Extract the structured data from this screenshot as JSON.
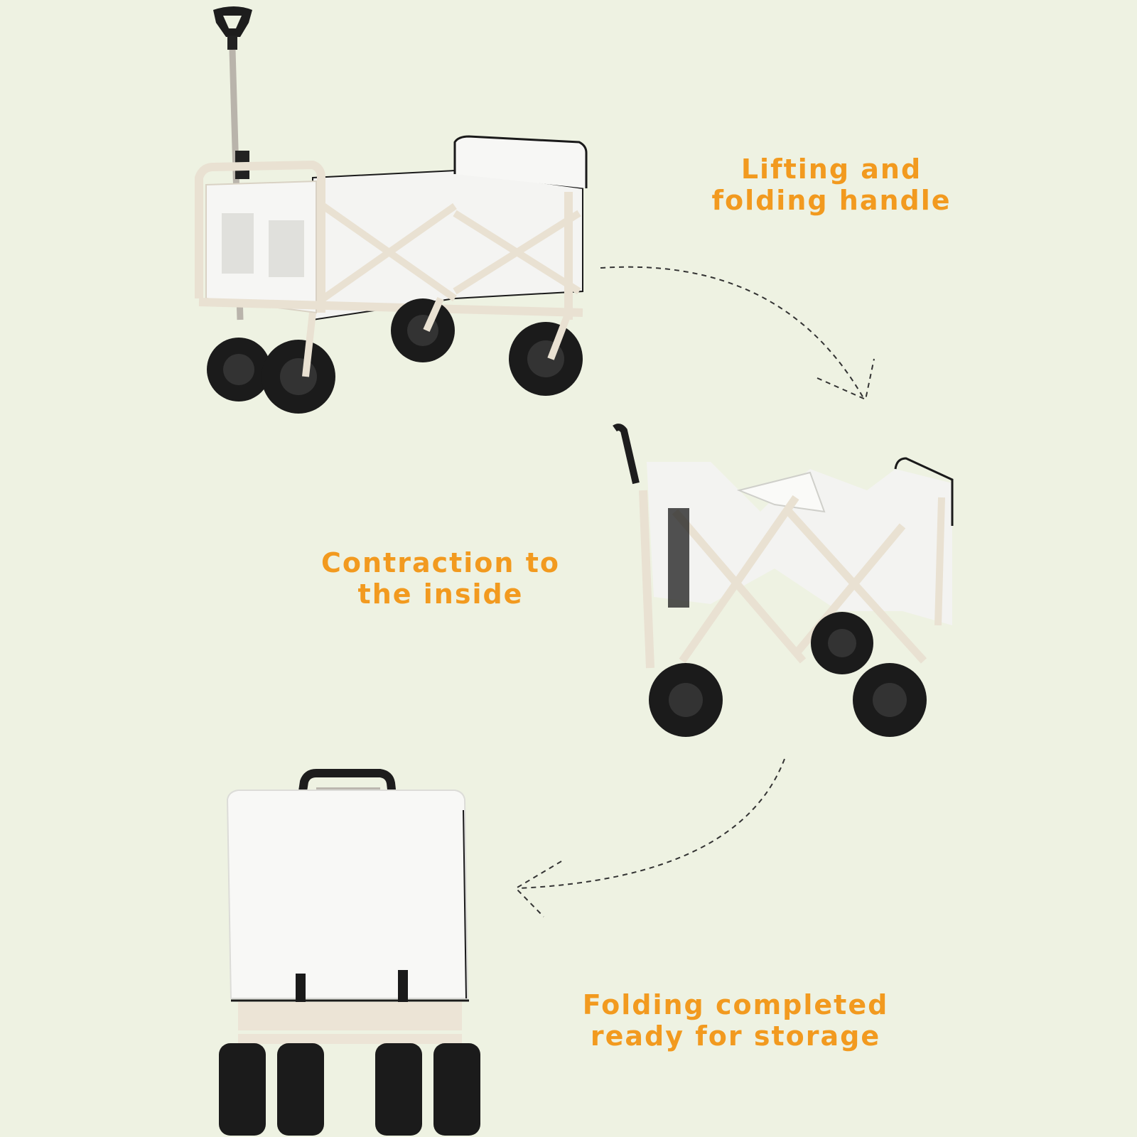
{
  "steps": [
    {
      "line1": "Lifting and",
      "line2": "folding handle"
    },
    {
      "line1": "Contraction to",
      "line2": "the inside"
    },
    {
      "line1": "Folding completed",
      "line2": "ready for storage"
    }
  ],
  "colors": {
    "background": "#eef2e2",
    "caption": "#f29a1f",
    "fabric": "#f7f7f5",
    "frame": "#ece4d6",
    "tire": "#1b1b1b"
  }
}
